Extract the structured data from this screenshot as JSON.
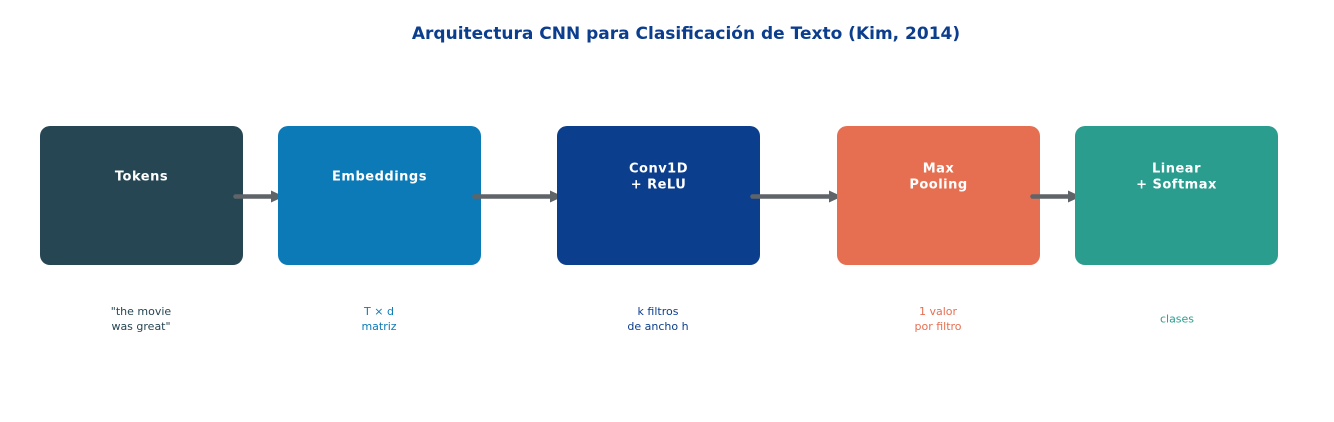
{
  "title": {
    "text": "Arquitectura CNN para Clasificación de Texto (Kim, 2014)",
    "color": "#0c3e8e"
  },
  "connector_color": "#5e6468",
  "background_color": "#ffffff",
  "nodes": [
    {
      "label_line1": "Tokens",
      "label_line2": "",
      "caption_line1": "\"the movie",
      "caption_line2": "was great\"",
      "box_color": "#264653",
      "caption_color": "#264653"
    },
    {
      "label_line1": "Embeddings",
      "label_line2": "",
      "caption_line1": "T × d",
      "caption_line2": "matriz",
      "box_color": "#0d7ab8",
      "caption_color": "#0d7ab8"
    },
    {
      "label_line1": "Conv1D",
      "label_line2": "+ ReLU",
      "caption_line1": "k filtros",
      "caption_line2": "de ancho h",
      "box_color": "#0c3e8e",
      "caption_color": "#0c3e8e"
    },
    {
      "label_line1": "Max",
      "label_line2": "Pooling",
      "caption_line1": "1 valor",
      "caption_line2": "por filtro",
      "box_color": "#e76f51",
      "caption_color": "#e76f51"
    },
    {
      "label_line1": "Linear",
      "label_line2": "+ Softmax",
      "caption_line1": "clases",
      "caption_line2": "",
      "box_color": "#2a9d8f",
      "caption_color": "#2a9d8f"
    }
  ]
}
